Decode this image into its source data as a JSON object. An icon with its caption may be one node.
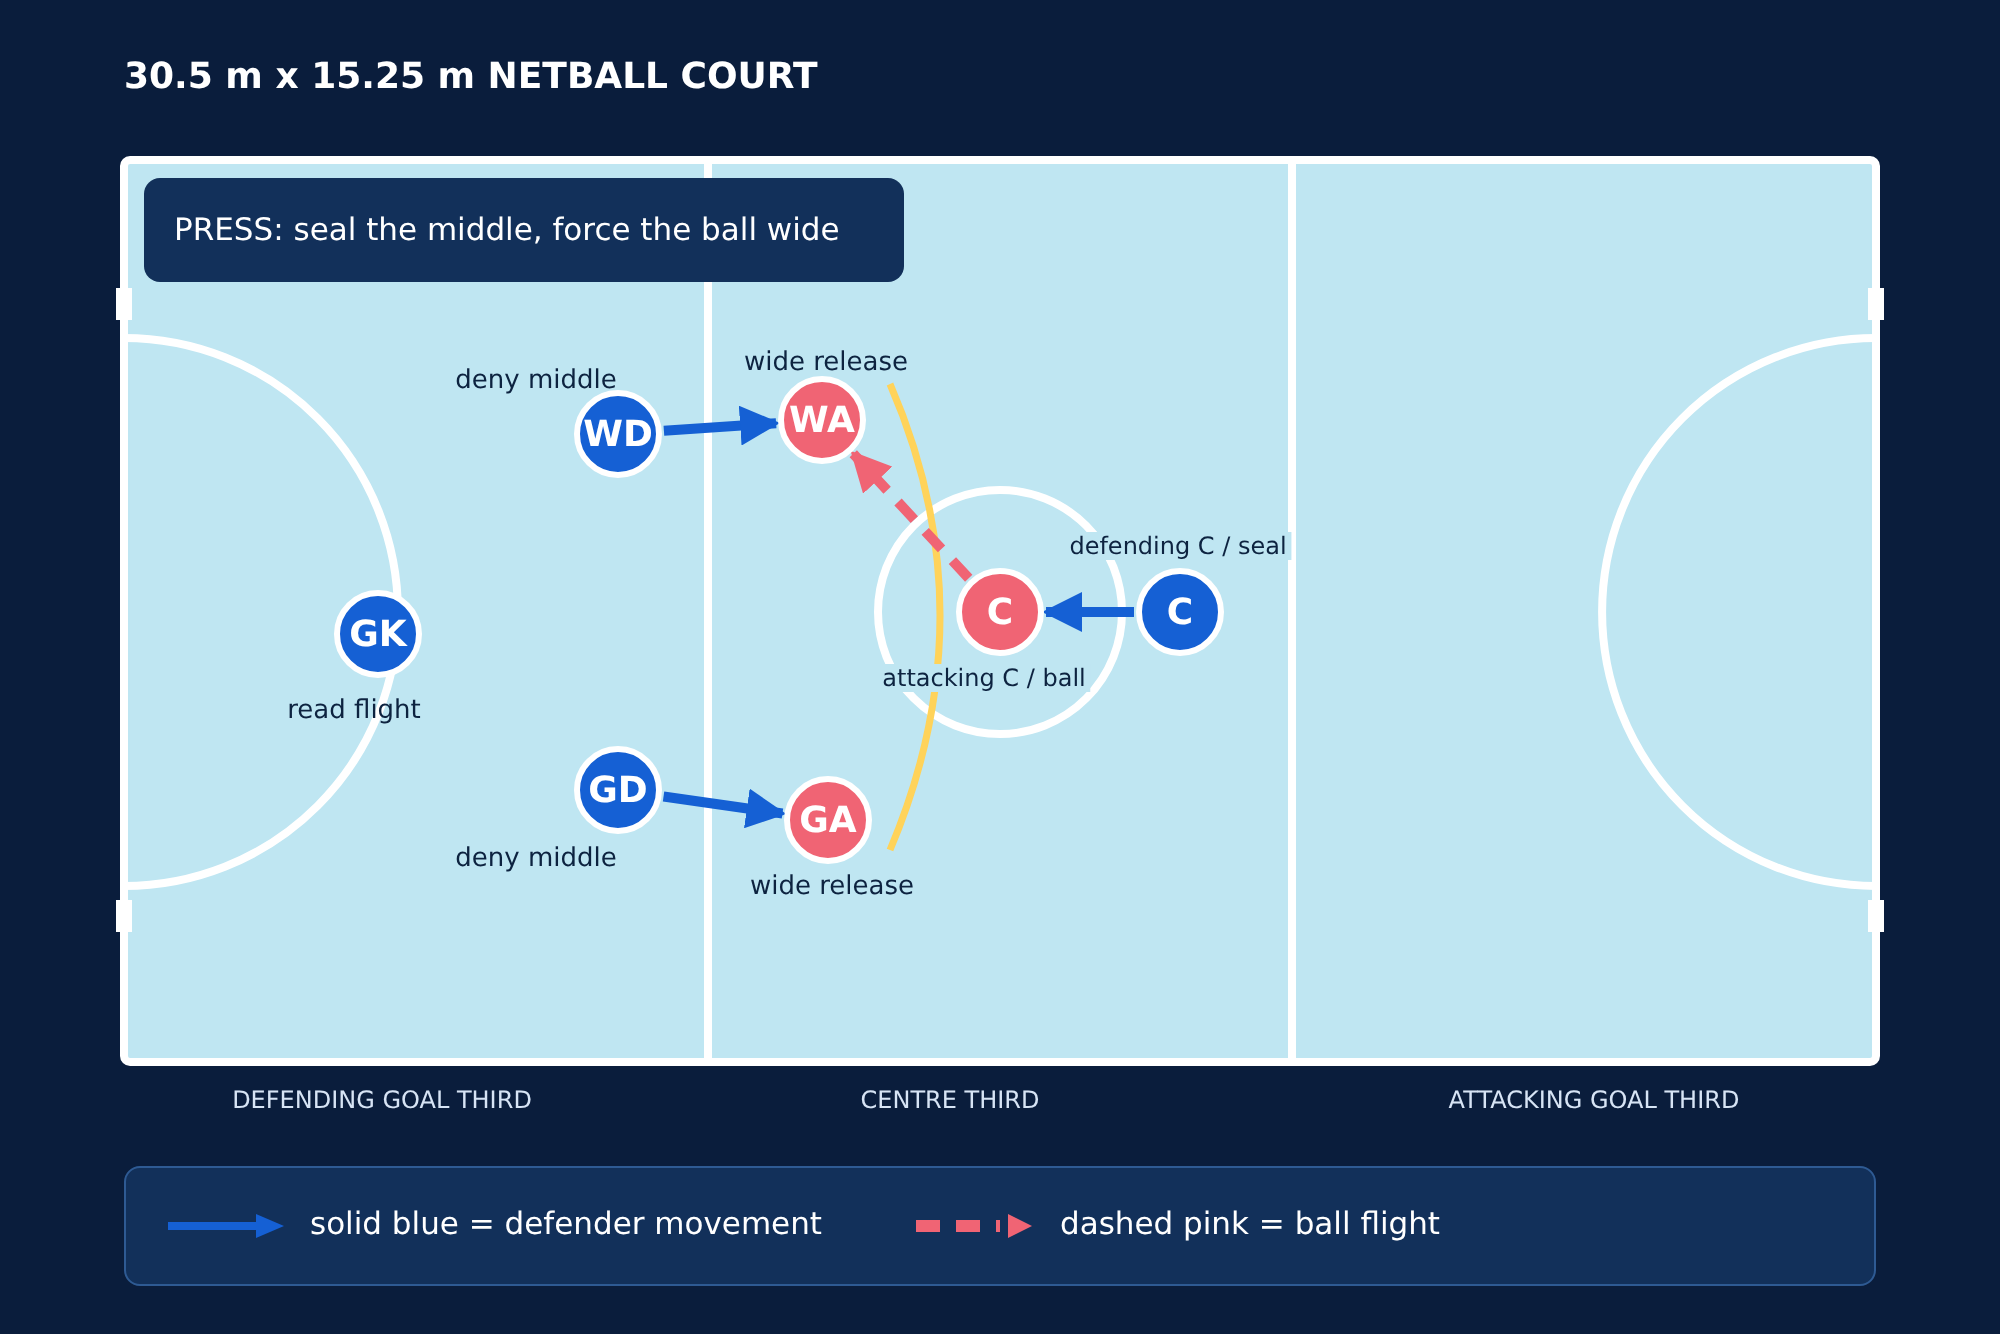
{
  "diagram": {
    "title": "30.5 m x 15.25 m NETBALL COURT",
    "nodes": [
      {
        "text": [
          "PRESS: seal the middle, force the ball wide"
        ]
      },
      {
        "text": [
          "WD"
        ],
        "beside": [
          "deny middle"
        ]
      },
      {
        "text": [
          "WA"
        ],
        "beside": [
          "wide release"
        ]
      },
      {
        "text": [
          "GK"
        ],
        "beside": [
          "read flight"
        ]
      },
      {
        "text": [
          "C"
        ],
        "beside": [
          "attacking C / ball"
        ]
      },
      {
        "text": [
          "C"
        ],
        "beside": [
          "defending C / seal"
        ]
      },
      {
        "text": [
          "GD"
        ],
        "beside": [
          "deny middle"
        ]
      },
      {
        "text": [
          "GA"
        ],
        "beside": [
          "wide release"
        ]
      }
    ],
    "edges": [
      {
        "from": 1,
        "to": 2,
        "arrow": "to"
      },
      {
        "from": 6,
        "to": 7,
        "arrow": "to"
      },
      {
        "from": 5,
        "to": 4,
        "arrow": "to"
      },
      {
        "from": 4,
        "to": 2,
        "arrow": "to",
        "style": "dashed",
        "color": "#f06474"
      }
    ],
    "labels": [
      "DEFENDING GOAL THIRD",
      "CENTRE THIRD",
      "ATTACKING GOAL THIRD"
    ],
    "legend": [
      {
        "text": "solid blue = defender movement"
      },
      {
        "text": "dashed pink = ball flight"
      }
    ]
  }
}
